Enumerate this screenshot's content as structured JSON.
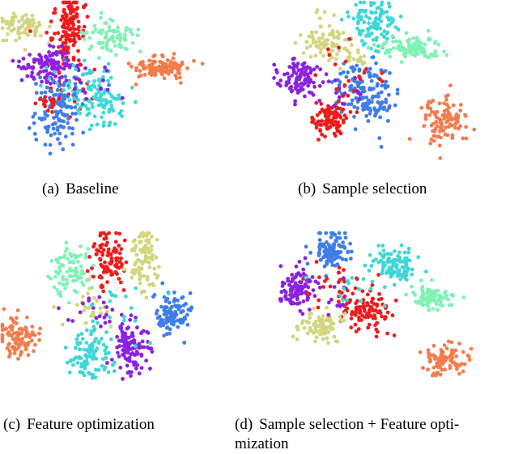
{
  "figure": {
    "panels": [
      {
        "label": "(a)",
        "caption": "Baseline"
      },
      {
        "label": "(b)",
        "caption": "Sample selection"
      },
      {
        "label": "(c)",
        "caption": "Feature optimization"
      },
      {
        "label": "(d)",
        "caption": "Sample selection + Feature opti-",
        "caption_line2": "mization"
      }
    ]
  },
  "colors": {
    "red": "#ee1c1c",
    "orange": "#f47c4c",
    "khaki": "#d2d57e",
    "mint": "#7ff2b4",
    "cyan": "#3fd7d7",
    "blue": "#3f7ee8",
    "violet": "#8a22e0"
  }
}
